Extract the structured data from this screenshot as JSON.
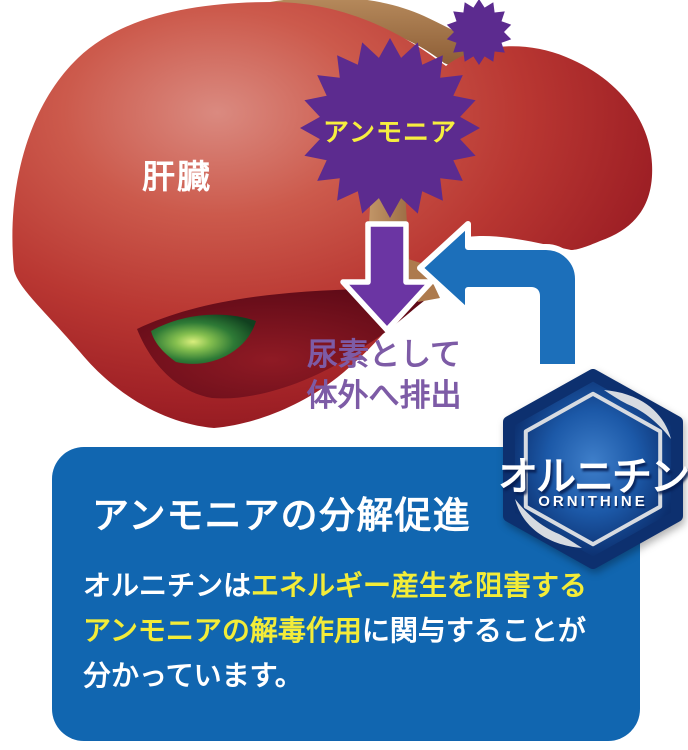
{
  "liver": {
    "label": "肝臓"
  },
  "ammonia": {
    "label": "アンモニア"
  },
  "urea": {
    "line1": "尿素として",
    "line2": "体外へ排出"
  },
  "badge": {
    "title": "オルニチン",
    "subtitle": "ORNITHINE"
  },
  "infobox": {
    "heading": "アンモニアの分解促進",
    "line1_part1": "オルニチンは",
    "line1_part2": "エネルギー産生を阻害する",
    "line2_part1": "アンモニアの解毒作用",
    "line2_part2": "に関与することが",
    "line3": "分かっています。"
  },
  "colors": {
    "infobox_blue": "#1166b0",
    "arrow_blue": "#1c6fba",
    "burst_purple": "#5c2b8f",
    "arrow_purple": "#6b35a3",
    "urea_text_purple": "#7d5ba6",
    "highlight_yellow": "#f3ec38",
    "badge_navy": "#0d306f",
    "liver_red": "#c0392f",
    "gallbladder_green": "#2e7a36",
    "duct_brown": "#a8764f"
  }
}
